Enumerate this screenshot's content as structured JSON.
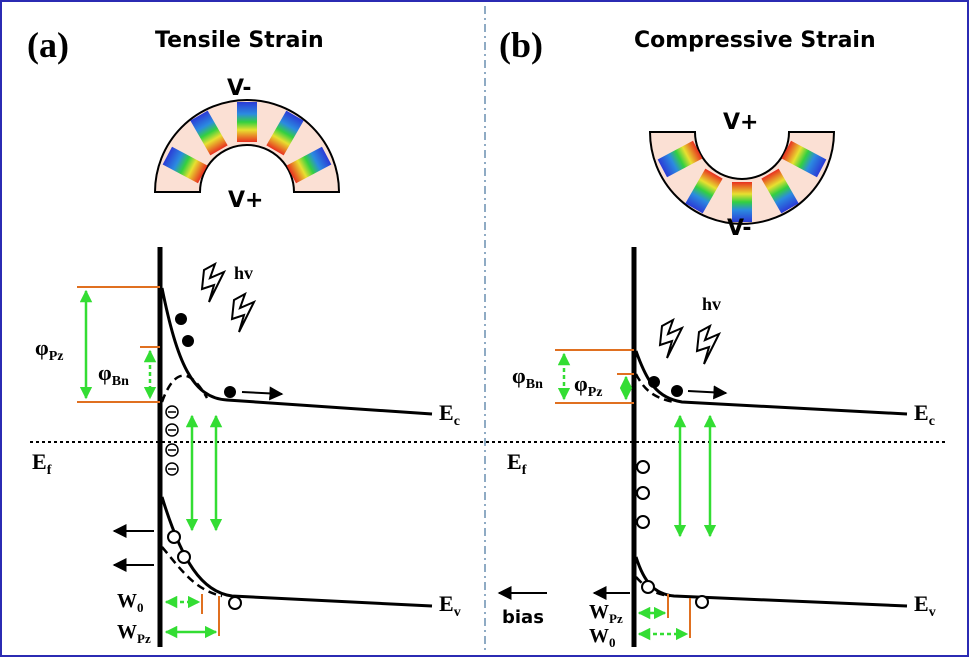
{
  "panels": [
    {
      "tag": "(a)",
      "title": "Tensile Strain",
      "arc_top": "V-",
      "arc_bottom": "V+",
      "hv": "hv",
      "phi_pz": "φ",
      "phi_pz_sub": "Pz",
      "phi_bn": "φ",
      "phi_bn_sub": "Bn",
      "ec": "E",
      "ec_sub": "c",
      "ev": "E",
      "ev_sub": "v",
      "ef": "E",
      "ef_sub": "f",
      "w0": "W",
      "w0_sub": "0",
      "wpz": "W",
      "wpz_sub": "Pz"
    },
    {
      "tag": "(b)",
      "title": "Compressive Strain",
      "arc_top": "V+",
      "arc_bottom": "V-",
      "hv": "hv",
      "phi_bn": "φ",
      "phi_bn_sub": "Bn",
      "phi_pz": "φ",
      "phi_pz_sub": "Pz",
      "ec": "E",
      "ec_sub": "c",
      "ev": "E",
      "ev_sub": "v",
      "ef": "E",
      "ef_sub": "f",
      "wpz": "W",
      "wpz_sub": "Pz",
      "w0": "W",
      "w0_sub": "0",
      "bias": "bias"
    }
  ],
  "colors": {
    "frame": "#2b2bb3",
    "level_line": "#e07020",
    "green_arrow": "#33dd33",
    "arc_fill": "#fbe0d4",
    "divider": "#6a8fb0"
  }
}
